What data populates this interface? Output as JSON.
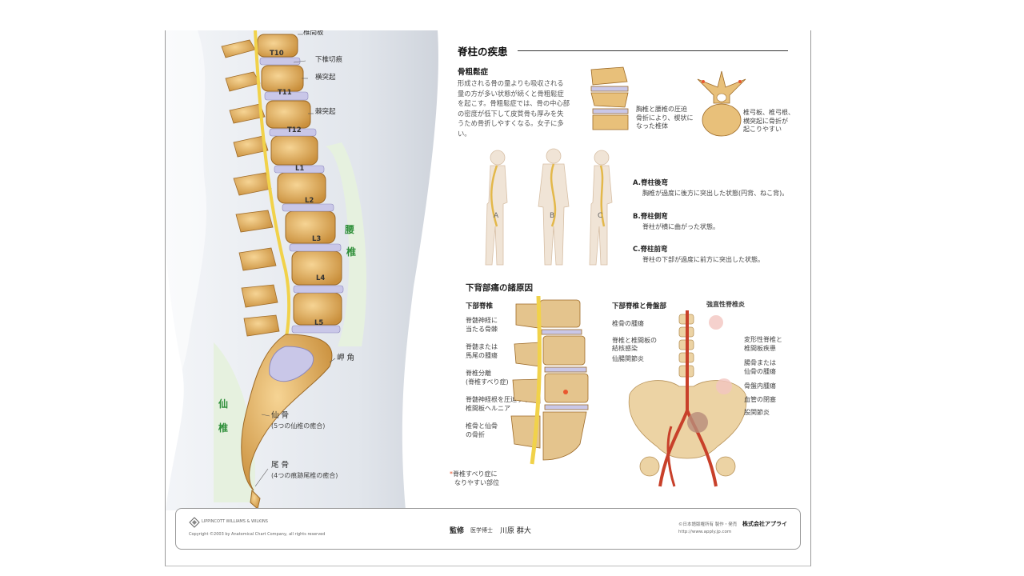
{
  "spine_labels": {
    "intervertebral_disc": "椎間板",
    "t10": "T10",
    "inferior_notch": "下椎切痕",
    "transverse_process": "横突起",
    "t11": "T11",
    "spinous_process": "棘突起",
    "t12": "T12",
    "l1": "L1",
    "l2": "L2",
    "l3": "L3",
    "l4": "L4",
    "l5": "L5",
    "lumbar_region_1": "腰",
    "lumbar_region_2": "椎",
    "promontory": "岬 角",
    "sacral_region_1": "仙",
    "sacral_region_2": "椎",
    "sacrum": "仙 骨",
    "sacrum_note": "(5つの仙椎の癒合)",
    "coccyx": "尾 骨",
    "coccyx_note": "(4つの痕跡尾椎の癒合)"
  },
  "diseases": {
    "title": "脊柱の疾患",
    "osteoporosis": {
      "heading": "骨粗鬆症",
      "lines": [
        "形成される骨の量よりも吸収される",
        "量の方が多い状態が続くと骨粗鬆症",
        "を起こす。骨粗鬆症では、骨の中心部",
        "の密度が低下して皮質骨も厚みを失",
        "うため骨折しやすくなる。女子に多い。"
      ],
      "fig1_caption": [
        "胸椎と腰椎の圧迫",
        "骨折により、楔状に",
        "なった椎体"
      ],
      "fig2_caption": [
        "椎弓板、椎弓根、",
        "横突起に骨折が",
        "起こりやすい"
      ]
    },
    "figures": {
      "a": "A",
      "b": "B",
      "c": "C"
    },
    "curvatures": [
      {
        "title": "A.脊柱後弯",
        "desc": "胸椎が過度に後方に突出した状態(円背、ねこ背)。"
      },
      {
        "title": "B.脊柱側弯",
        "desc": "脊柱が横に曲がった状態。"
      },
      {
        "title": "C.脊柱前弯",
        "desc": "脊柱の下部が過度に前方に突出した状態。"
      }
    ]
  },
  "low_back_pain": {
    "title": "下背部痛の諸原因",
    "left": {
      "heading": "下部脊椎",
      "labels": [
        [
          "脊髄神経に",
          "当たる骨棘"
        ],
        [
          "脊髄または",
          "馬尾の腫瘍"
        ],
        [
          "脊椎分離",
          "(脊椎すべり症)"
        ],
        [
          "脊髄神経根を圧迫する",
          "椎間板ヘルニア"
        ],
        [
          "椎骨と仙骨",
          "の骨折"
        ]
      ],
      "note": [
        "脊椎すべり症に",
        "なりやすい部位"
      ],
      "note_marker": "*"
    },
    "right": {
      "heading": "下部脊椎と骨盤部",
      "label_top": "強直性脊椎炎",
      "left_labels": [
        [
          "椎骨の腫瘍"
        ],
        [
          "脊椎と椎間板の",
          "結核感染"
        ],
        [
          "仙腸関節炎"
        ]
      ],
      "right_labels": [
        [
          "変形性脊椎と",
          "椎間板疾患"
        ],
        [
          "腸骨または",
          "仙骨の腫瘍"
        ],
        [
          "骨盤内腫瘍"
        ],
        [
          "血管の閉塞"
        ],
        [
          "股関節炎"
        ]
      ]
    }
  },
  "footer": {
    "publisher_left": "LIPPINCOTT WILLIAMS & WILKINS",
    "copyright": "Copyright ©2003 by Anatomical Chart Company, all rights reserved",
    "supervisor_label": "監修",
    "supervisor_title": "医学博士",
    "supervisor_name": "川原 群大",
    "rights": "©日本語版権所有 製作・発売",
    "company": "株式会社アプライ",
    "url": "http://www.apply.jp.com"
  },
  "colors": {
    "bone": "#e5b66a",
    "bone_dark": "#b07a2e",
    "disc": "#c9c7e8",
    "nerve": "#f1d24a",
    "green_band": "#e6f1df",
    "artery": "#c8402a"
  }
}
